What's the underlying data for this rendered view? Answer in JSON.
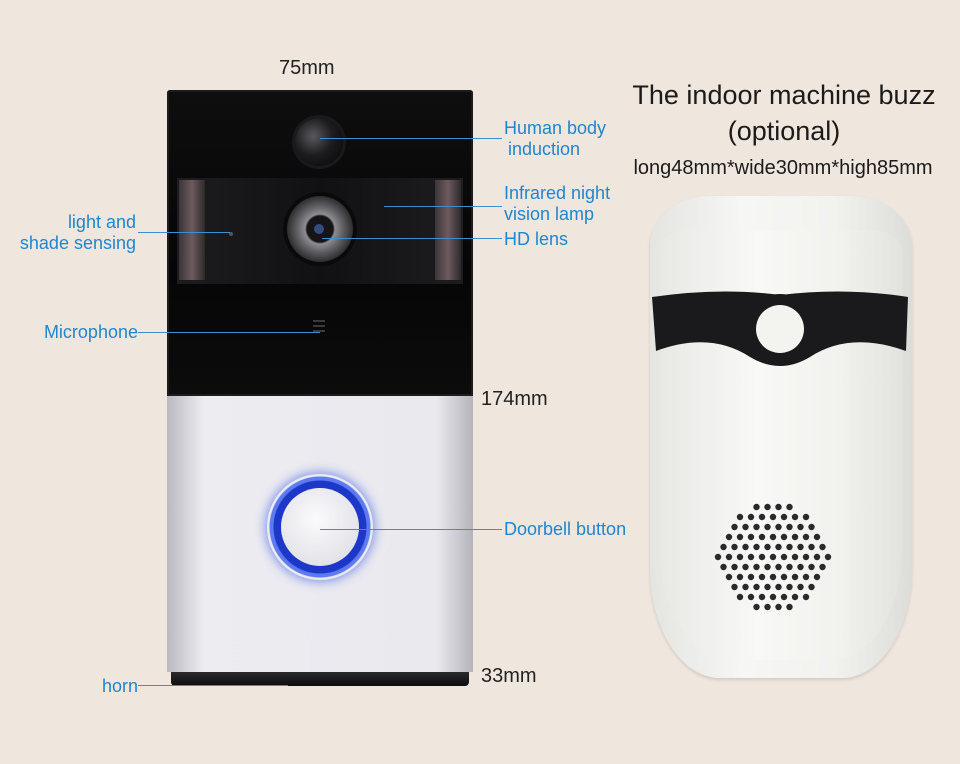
{
  "doorbell": {
    "width_label": "75mm",
    "height_label": "174mm",
    "depth_label": "33mm",
    "callouts": {
      "human_body_induction": [
        "Human body",
        "induction"
      ],
      "infrared_night_vision": [
        "Infrared night",
        "vision lamp"
      ],
      "hd_lens": "HD lens",
      "light_shade_sensing": [
        "light and",
        "shade sensing"
      ],
      "microphone": "Microphone",
      "doorbell_button": "Doorbell button",
      "horn": "horn"
    }
  },
  "indoor_unit": {
    "title": "The indoor machine buzz",
    "subtitle": "(optional)",
    "dimensions": "long48mm*wide30mm*high85mm"
  },
  "colors": {
    "background": "#efe6de",
    "callout_text": "#1f86d0",
    "button_ring": "#1d37c8",
    "doorbell_black": "#0e0e0f",
    "doorbell_silver": "#e9e9ee",
    "chime_white": "#f6f6f4"
  }
}
